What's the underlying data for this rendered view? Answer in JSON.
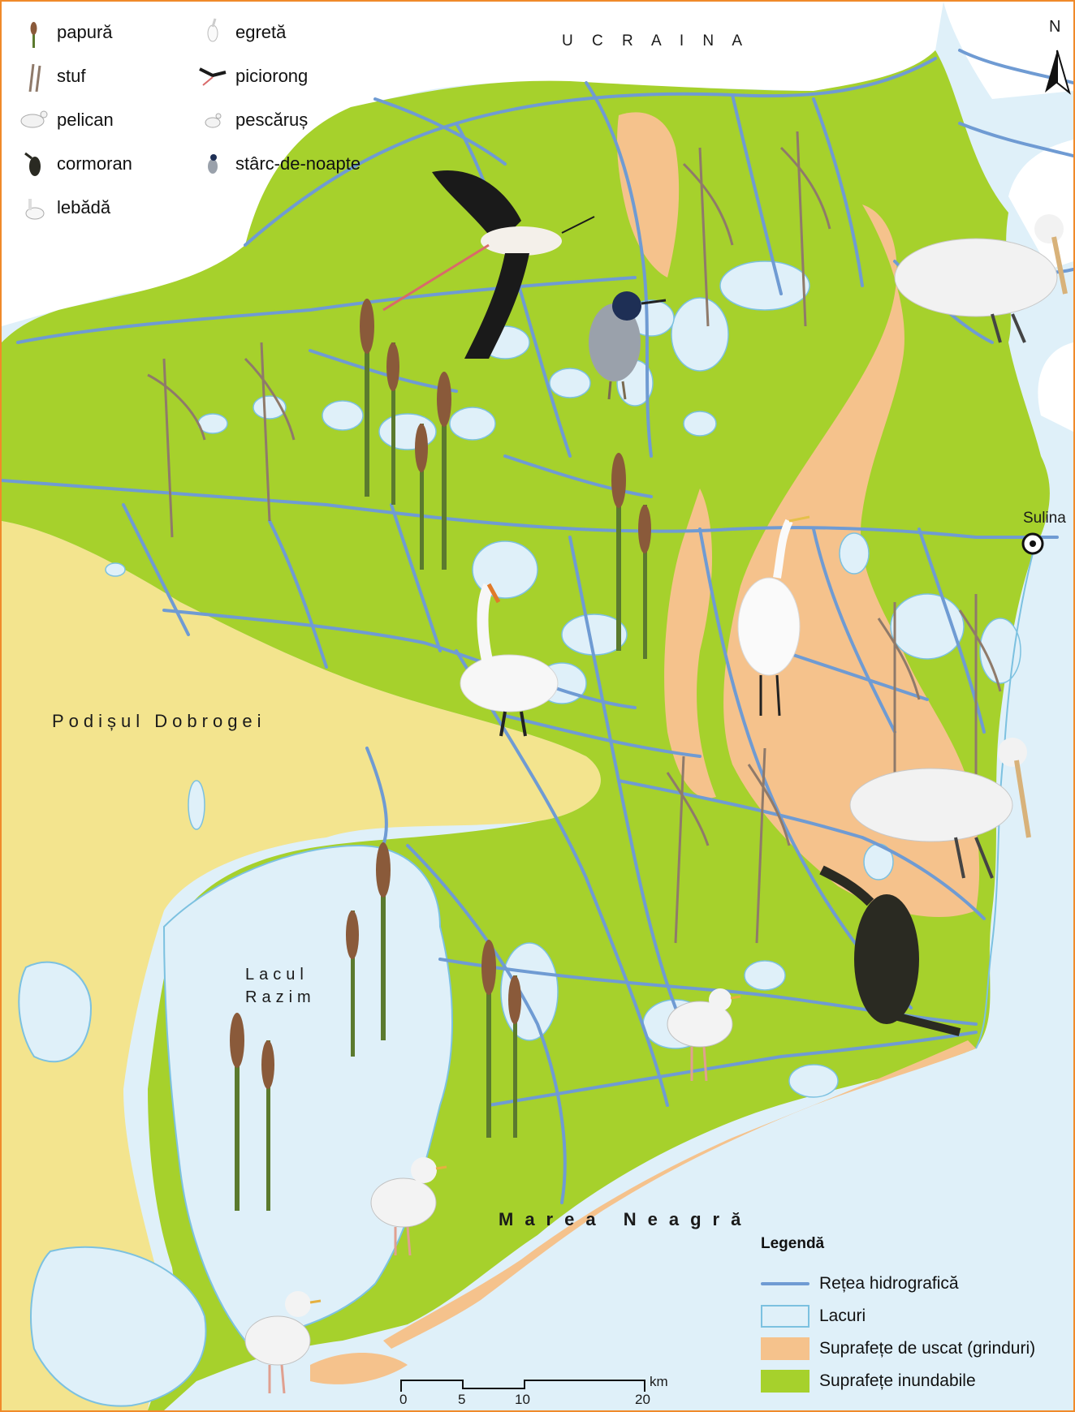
{
  "colors": {
    "water": "#dff0f9",
    "wetland": "#a6d12c",
    "dryland": "#f5c28c",
    "plateau": "#f3e48e",
    "river": "#6f9bd3",
    "frame": "#f08a2a"
  },
  "labels": {
    "country": "U C R A I N A",
    "plateau": "Podișul Dobrogei",
    "sea": "Marea Neagră",
    "lake_line1": "Lacul",
    "lake_line2": "Razim",
    "town": "Sulina",
    "north": "N"
  },
  "species_legend": [
    {
      "label": "papură",
      "icon": "cattail-icon"
    },
    {
      "label": "stuf",
      "icon": "reed-icon"
    },
    {
      "label": "pelican",
      "icon": "pelican-icon"
    },
    {
      "label": "cormoran",
      "icon": "cormorant-icon"
    },
    {
      "label": "lebădă",
      "icon": "swan-icon"
    },
    {
      "label": "egretă",
      "icon": "egret-icon"
    },
    {
      "label": "piciorong",
      "icon": "stilt-icon"
    },
    {
      "label": "pescăruș",
      "icon": "gull-icon"
    },
    {
      "label": "stârc-de-noapte",
      "icon": "night-heron-icon"
    }
  ],
  "legend": {
    "title": "Legendă",
    "items": [
      {
        "label": "Rețea hidrografică",
        "type": "line"
      },
      {
        "label": "Lacuri",
        "type": "lake"
      },
      {
        "label": "Suprafețe de uscat (grinduri)",
        "type": "dryland"
      },
      {
        "label": "Suprafețe inundabile",
        "type": "wetland"
      }
    ]
  },
  "scale": {
    "ticks": [
      "0",
      "5",
      "10",
      "20"
    ],
    "unit": "km"
  }
}
